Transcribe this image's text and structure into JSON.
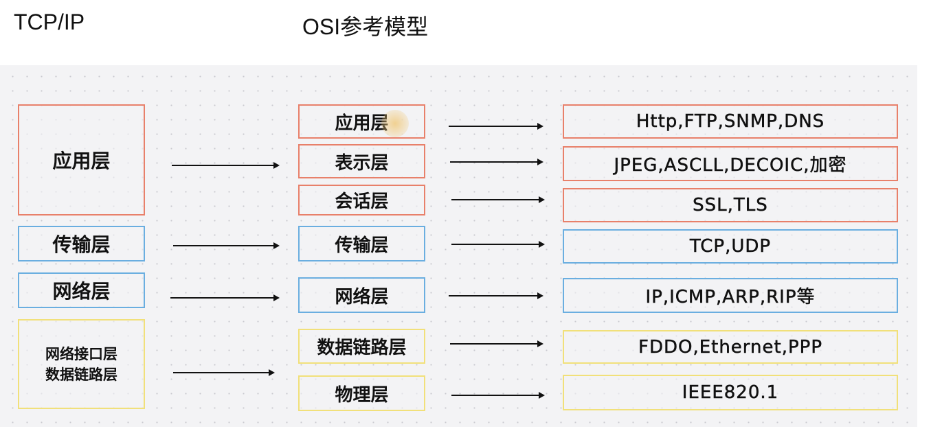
{
  "titles": {
    "tcpip": "TCP/IP",
    "osi": "OSI参考模型"
  },
  "tcpip_layers": [
    "应用层",
    "传输层",
    "网络层",
    "网络接口层\n数据链路层"
  ],
  "tcpip_netif": {
    "line1": "网络接口层",
    "line2": "数据链路层"
  },
  "osi_layers": [
    "应用层",
    "表示层",
    "会话层",
    "传输层",
    "网络层",
    "数据链路层",
    "物理层"
  ],
  "protocols": [
    "Http,FTP,SNMP,DNS",
    "JPEG,ASCLL,DECOIC,加密",
    "SSL,TLS",
    "TCP,UDP",
    "IP,ICMP,ARP,RIP等",
    "FDDO,Ethernet,PPP",
    "IEEE820.1"
  ],
  "colors": {
    "application": "#e8806a",
    "transport": "#6aaee0",
    "network": "#6aaee0",
    "link": "#f1e07a"
  }
}
